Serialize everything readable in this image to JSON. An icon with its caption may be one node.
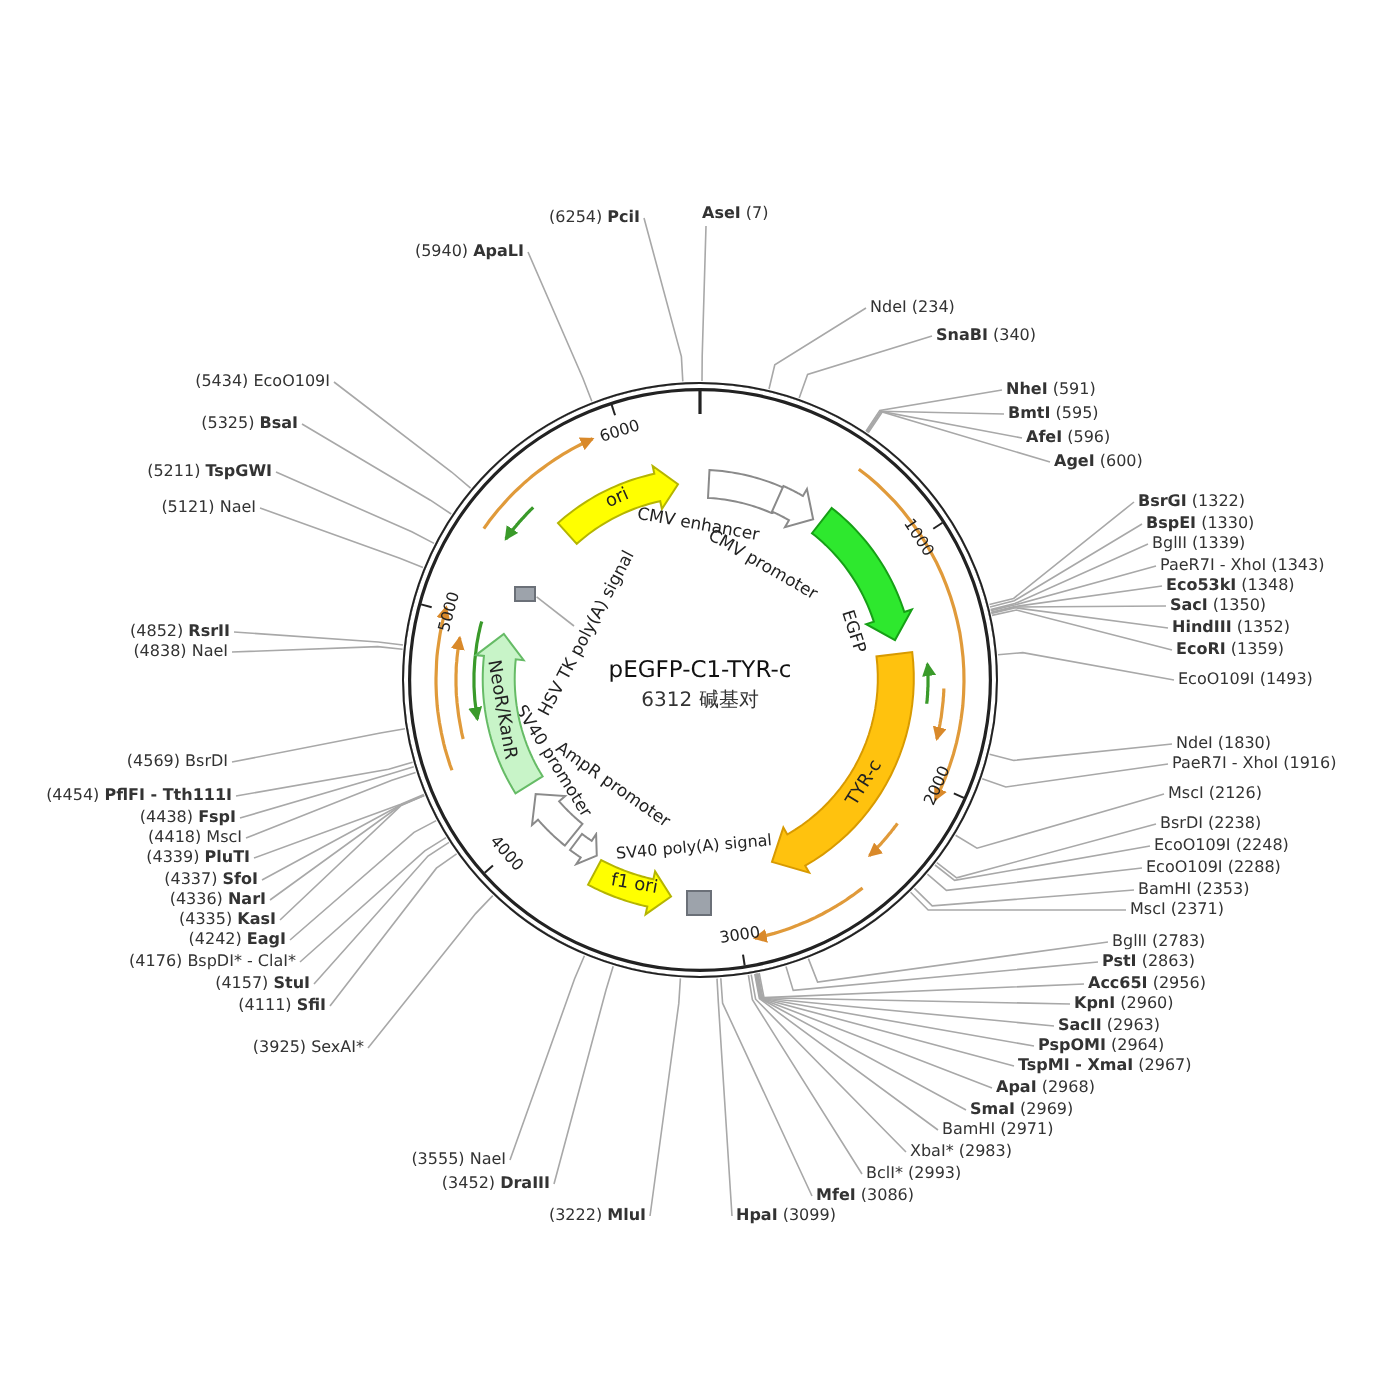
{
  "diagram": {
    "title": "pEGFP-C1-TYR-c",
    "nodes": [
      {
        "text": [],
        "shape": "circle"
      },
      {
        "text": [
          "ori"
        ],
        "in": 0
      },
      {
        "text": [],
        "shape": "arrow",
        "beside": [
          "CMV enhancer"
        ],
        "in": 0
      },
      {
        "text": [],
        "shape": "arrow",
        "beside": [
          "CMV promoter"
        ],
        "in": 0
      },
      {
        "text": [],
        "shape": "arrow",
        "beside": [
          "EGFP"
        ],
        "in": 0
      },
      {
        "text": [
          "TYR-c"
        ],
        "in": 0
      },
      {
        "text": [],
        "shape": "box",
        "in": 0
      },
      {
        "text": [
          "f1 ori"
        ],
        "in": 0
      },
      {
        "text": [],
        "shape": "arrow",
        "in": 0
      },
      {
        "text": [],
        "shape": "arrow",
        "beside": [
          "SV40 promoter"
        ],
        "in": 0
      },
      {
        "text": [
          "NeoR/KanR"
        ],
        "in": 0
      },
      {
        "text": [
          "HSV TK poly(A) signal"
        ],
        "in": 0
      },
      {
        "text": [],
        "shape": "box",
        "in": 0
      },
      {
        "text": [
          "**AseI** (7)"
        ]
      },
      {
        "text": [
          "NdeI (234)"
        ]
      },
      {
        "text": [
          "**SnaBI** (340)"
        ]
      },
      {
        "text": [
          "**NheI** (591)"
        ]
      },
      {
        "text": [
          "**BmtI** (595)"
        ]
      },
      {
        "text": [
          "**AfeI** (596)"
        ]
      },
      {
        "text": [
          "**AgeI** (600)"
        ]
      },
      {
        "text": [
          "**BsrGI** (1322)"
        ]
      },
      {
        "text": [
          "**BspEI** (1330)"
        ]
      },
      {
        "text": [
          "BglII (1339)"
        ]
      },
      {
        "text": [
          "PaeR7I - XhoI (1343)"
        ]
      },
      {
        "text": [
          "**Eco53kI** (1348)"
        ]
      },
      {
        "text": [
          "**SacI** (1350)"
        ]
      },
      {
        "text": [
          "**HindIII** (1352)"
        ]
      },
      {
        "text": [
          "**EcoRI** (1359)"
        ]
      },
      {
        "text": [
          "EcoO109I (1493)"
        ]
      },
      {
        "text": [
          "NdeI (1830)"
        ]
      },
      {
        "text": [
          "PaeR7I - XhoI (1916)"
        ]
      },
      {
        "text": [
          "MscI (2126)"
        ]
      },
      {
        "text": [
          "BsrDI (2238)"
        ]
      },
      {
        "text": [
          "EcoO109I (2248)"
        ]
      },
      {
        "text": [
          "EcoO109I (2288)"
        ]
      },
      {
        "text": [
          "BamHI (2353)"
        ]
      },
      {
        "text": [
          "MscI (2371)"
        ]
      },
      {
        "text": [
          "BglII (2783)"
        ]
      },
      {
        "text": [
          "**PstI** (2863)"
        ]
      },
      {
        "text": [
          "**Acc65I** (2956)"
        ]
      },
      {
        "text": [
          "**KpnI** (2960)"
        ]
      },
      {
        "text": [
          "**SacII** (2963)"
        ]
      },
      {
        "text": [
          "**PspOMI** (2964)"
        ]
      },
      {
        "text": [
          "**TspMI - XmaI** (2967)"
        ]
      },
      {
        "text": [
          "**ApaI** (2968)"
        ]
      },
      {
        "text": [
          "**SmaI** (2969)"
        ]
      },
      {
        "text": [
          "BamHI (2971)"
        ]
      },
      {
        "text": [
          "XbaI* (2983)"
        ]
      },
      {
        "text": [
          "BclI* (2993)"
        ]
      },
      {
        "text": [
          "**MfeI** (3086)"
        ]
      },
      {
        "text": [
          "**HpaI** (3099)"
        ]
      },
      {
        "text": [
          "(3222) **MluI**"
        ]
      },
      {
        "text": [
          "(3452) **DraIII**"
        ]
      },
      {
        "text": [
          "(3555) NaeI"
        ]
      },
      {
        "text": [
          "(3925) SexAI*"
        ]
      },
      {
        "text": [
          "(4111) **SfiI**"
        ]
      },
      {
        "text": [
          "(4157) **StuI**"
        ]
      },
      {
        "text": [
          "(4176) BspDI* - ClaI*"
        ]
      },
      {
        "text": [
          "(4242) **EagI**"
        ]
      },
      {
        "text": [
          "(4335) **KasI**"
        ]
      },
      {
        "text": [
          "(4336) **NarI**"
        ]
      },
      {
        "text": [
          "(4337) **SfoI**"
        ]
      },
      {
        "text": [
          "(4339) **PluTI**"
        ]
      },
      {
        "text": [
          "(4418) MscI"
        ]
      },
      {
        "text": [
          "(4438) **FspI**"
        ]
      },
      {
        "text": [
          "(4454) **PflFI - Tth111I**"
        ]
      },
      {
        "text": [
          "(4569) BsrDI"
        ]
      },
      {
        "text": [
          "(4838) NaeI"
        ]
      },
      {
        "text": [
          "(4852) **RsrII**"
        ]
      },
      {
        "text": [
          "(5121) NaeI"
        ]
      },
      {
        "text": [
          "(5211) **TspGWI**"
        ]
      },
      {
        "text": [
          "(5325) **BsaI**"
        ]
      },
      {
        "text": [
          "(5434) EcoO109I"
        ]
      },
      {
        "text": [
          "(5940) **ApaLI**"
        ]
      },
      {
        "text": [
          "(6254) **PciI**"
        ]
      }
    ],
    "edges": [
      {
        "from": 11,
        "to": 12,
        "arrow": "none"
      },
      {
        "from": 13,
        "to": 0,
        "arrow": "none"
      },
      {
        "from": 14,
        "to": 0,
        "arrow": "none"
      },
      {
        "from": 15,
        "to": 0,
        "arrow": "none"
      },
      {
        "from": 16,
        "to": 0,
        "arrow": "none"
      },
      {
        "from": 17,
        "to": 0,
        "arrow": "none"
      },
      {
        "from": 18,
        "to": 0,
        "arrow": "none"
      },
      {
        "from": 19,
        "to": 0,
        "arrow": "none"
      },
      {
        "from": 20,
        "to": 0,
        "arrow": "none"
      },
      {
        "from": 21,
        "to": 0,
        "arrow": "none"
      },
      {
        "from": 22,
        "to": 0,
        "arrow": "none"
      },
      {
        "from": 23,
        "to": 0,
        "arrow": "none"
      },
      {
        "from": 24,
        "to": 0,
        "arrow": "none"
      },
      {
        "from": 25,
        "to": 0,
        "arrow": "none"
      },
      {
        "from": 26,
        "to": 0,
        "arrow": "none"
      },
      {
        "from": 27,
        "to": 0,
        "arrow": "none"
      },
      {
        "from": 28,
        "to": 0,
        "arrow": "none"
      },
      {
        "from": 29,
        "to": 0,
        "arrow": "none"
      },
      {
        "from": 30,
        "to": 0,
        "arrow": "none"
      },
      {
        "from": 31,
        "to": 0,
        "arrow": "none"
      },
      {
        "from": 32,
        "to": 0,
        "arrow": "none"
      },
      {
        "from": 33,
        "to": 0,
        "arrow": "none"
      },
      {
        "from": 34,
        "to": 0,
        "arrow": "none"
      },
      {
        "from": 35,
        "to": 0,
        "arrow": "none"
      },
      {
        "from": 36,
        "to": 0,
        "arrow": "none"
      },
      {
        "from": 37,
        "to": 0,
        "arrow": "none"
      },
      {
        "from": 38,
        "to": 0,
        "arrow": "none"
      },
      {
        "from": 39,
        "to": 0,
        "arrow": "none"
      },
      {
        "from": 40,
        "to": 0,
        "arrow": "none"
      },
      {
        "from": 41,
        "to": 0,
        "arrow": "none"
      },
      {
        "from": 42,
        "to": 0,
        "arrow": "none"
      },
      {
        "from": 43,
        "to": 0,
        "arrow": "none"
      },
      {
        "from": 44,
        "to": 0,
        "arrow": "none"
      },
      {
        "from": 45,
        "to": 0,
        "arrow": "none"
      },
      {
        "from": 46,
        "to": 0,
        "arrow": "none"
      },
      {
        "from": 47,
        "to": 0,
        "arrow": "none"
      },
      {
        "from": 48,
        "to": 0,
        "arrow": "none"
      },
      {
        "from": 49,
        "to": 0,
        "arrow": "none"
      },
      {
        "from": 50,
        "to": 0,
        "arrow": "none"
      },
      {
        "from": 51,
        "to": 0,
        "arrow": "none"
      },
      {
        "from": 52,
        "to": 0,
        "arrow": "none"
      },
      {
        "from": 53,
        "to": 0,
        "arrow": "none"
      },
      {
        "from": 54,
        "to": 0,
        "arrow": "none"
      },
      {
        "from": 55,
        "to": 0,
        "arrow": "none"
      },
      {
        "from": 56,
        "to": 0,
        "arrow": "none"
      },
      {
        "from": 57,
        "to": 0,
        "arrow": "none"
      },
      {
        "from": 58,
        "to": 0,
        "arrow": "none"
      },
      {
        "from": 59,
        "to": 0,
        "arrow": "none"
      },
      {
        "from": 60,
        "to": 0,
        "arrow": "none"
      },
      {
        "from": 61,
        "to": 0,
        "arrow": "none"
      },
      {
        "from": 62,
        "to": 0,
        "arrow": "none"
      },
      {
        "from": 63,
        "to": 0,
        "arrow": "none"
      },
      {
        "from": 64,
        "to": 0,
        "arrow": "none"
      },
      {
        "from": 65,
        "to": 0,
        "arrow": "none"
      },
      {
        "from": 66,
        "to": 0,
        "arrow": "none"
      },
      {
        "from": 67,
        "to": 0,
        "arrow": "none"
      },
      {
        "from": 68,
        "to": 0,
        "arrow": "none"
      },
      {
        "from": 69,
        "to": 0,
        "arrow": "none"
      },
      {
        "from": 70,
        "to": 0,
        "arrow": "none"
      },
      {
        "from": 71,
        "to": 0,
        "arrow": "none"
      },
      {
        "from": 72,
        "to": 0,
        "arrow": "none"
      },
      {
        "from": 73,
        "to": 0,
        "arrow": "none"
      },
      {
        "from": 74,
        "to": 0,
        "arrow": "none"
      }
    ],
    "labels": [
      "6312 碱基对",
      "1000",
      "2000",
      "3000",
      "4000",
      "5000",
      "6000",
      "SV40 poly(A) signal",
      "AmpR promoter"
    ]
  }
}
